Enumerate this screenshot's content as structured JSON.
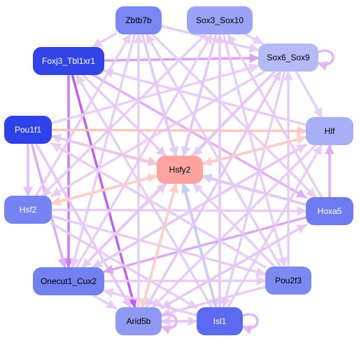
{
  "diagram": {
    "nodes": [
      {
        "id": "zbtb7b",
        "label": "Zbtb7b",
        "fill": "#7b86f2",
        "text_color": "#000000"
      },
      {
        "id": "sox3_sox10",
        "label": "Sox3_Sox10",
        "fill": "#9aa3f5",
        "text_color": "#000000"
      },
      {
        "id": "foxj3_tbl1xr1",
        "label": "Foxj3_Tbl1xr1",
        "fill": "#3044e8",
        "text_color": "#ffffff"
      },
      {
        "id": "sox6_sox9",
        "label": "Sox6_Sox9",
        "fill": "#b4baf6",
        "text_color": "#000000"
      },
      {
        "id": "pou1f1",
        "label": "Pou1f1",
        "fill": "#2f42ea",
        "text_color": "#ffffff"
      },
      {
        "id": "hlf",
        "label": "Hlf",
        "fill": "#a7aff6",
        "text_color": "#000000"
      },
      {
        "id": "hsfy2",
        "label": "Hsfy2",
        "fill": "#ffa3a0",
        "text_color": "#000000"
      },
      {
        "id": "hsf2",
        "label": "Hsf2",
        "fill": "#7783f2",
        "text_color": "#ffffff"
      },
      {
        "id": "hoxa5",
        "label": "Hoxa5",
        "fill": "#6f7cf1",
        "text_color": "#ffffff"
      },
      {
        "id": "onecut1_cux2",
        "label": "Onecut1_Cux2",
        "fill": "#7380f2",
        "text_color": "#000000"
      },
      {
        "id": "pou2f3",
        "label": "Pou2f3",
        "fill": "#7d89f2",
        "text_color": "#000000"
      },
      {
        "id": "arid5b",
        "label": "Arid5b",
        "fill": "#8f99f3",
        "text_color": "#000000"
      },
      {
        "id": "isl1",
        "label": "Isl1",
        "fill": "#5b6af0",
        "text_color": "#ffffff"
      }
    ],
    "edges": [
      {
        "from": "foxj3_tbl1xr1",
        "to": "arid5b",
        "color": "#b84ee8"
      },
      {
        "from": "foxj3_tbl1xr1",
        "to": "onecut1_cux2",
        "color": "#c070ee"
      },
      {
        "from": "foxj3_tbl1xr1",
        "to": "sox6_sox9",
        "color": "#d59af0"
      },
      {
        "from": "foxj3_tbl1xr1",
        "to": "hoxa5",
        "color": "#dcaaf2"
      },
      {
        "from": "foxj3_tbl1xr1",
        "to": "hsfy2",
        "color": "#e6c6f5"
      },
      {
        "from": "pou1f1",
        "to": "hlf",
        "color": "#ffc0b8"
      },
      {
        "from": "pou1f1",
        "to": "hsfy2",
        "color": "#ffbdb6"
      },
      {
        "from": "pou1f1",
        "to": "hsf2",
        "color": "#e2b8f3"
      },
      {
        "from": "pou1f1",
        "to": "onecut1_cux2",
        "color": "#d8a6f2"
      },
      {
        "from": "pou1f1",
        "to": "arid5b",
        "color": "#e4c0f4"
      },
      {
        "from": "pou1f1",
        "to": "sox6_sox9",
        "color": "#e8cbf6"
      },
      {
        "from": "zbtb7b",
        "to": "hsfy2",
        "color": "#c4cdf7"
      },
      {
        "from": "zbtb7b",
        "to": "isl1",
        "color": "#e8ccf6"
      },
      {
        "from": "zbtb7b",
        "to": "onecut1_cux2",
        "color": "#e6c8f5"
      },
      {
        "from": "zbtb7b",
        "to": "hoxa5",
        "color": "#e6c8f5"
      },
      {
        "from": "zbtb7b",
        "to": "foxj3_tbl1xr1",
        "color": "#e6c8f5"
      },
      {
        "from": "zbtb7b",
        "to": "sox6_sox9",
        "color": "#e6c8f5"
      },
      {
        "from": "sox3_sox10",
        "to": "hsfy2",
        "color": "#c9d0f7"
      },
      {
        "from": "sox3_sox10",
        "to": "isl1",
        "color": "#e8ccf6"
      },
      {
        "from": "sox3_sox10",
        "to": "arid5b",
        "color": "#e6c8f5"
      },
      {
        "from": "sox3_sox10",
        "to": "hsf2",
        "color": "#e6c8f5"
      },
      {
        "from": "sox3_sox10",
        "to": "pou2f3",
        "color": "#e6c8f5"
      },
      {
        "from": "sox3_sox10",
        "to": "sox6_sox9",
        "color": "#e6c8f5"
      },
      {
        "from": "sox6_sox9",
        "to": "hsfy2",
        "color": "#e6c8f5"
      },
      {
        "from": "sox6_sox9",
        "to": "onecut1_cux2",
        "color": "#e6c8f5"
      },
      {
        "from": "sox6_sox9",
        "to": "arid5b",
        "color": "#e6c8f5"
      },
      {
        "from": "sox6_sox9",
        "to": "hsf2",
        "color": "#e6c8f5"
      },
      {
        "from": "sox6_sox9",
        "to": "isl1",
        "color": "#e6c8f5"
      },
      {
        "from": "sox6_sox9",
        "to": "hlf",
        "color": "#e6c8f5"
      },
      {
        "from": "hlf",
        "to": "hsfy2",
        "color": "#ffcfc8"
      },
      {
        "from": "hlf",
        "to": "hsf2",
        "color": "#e6c8f5"
      },
      {
        "from": "hlf",
        "to": "arid5b",
        "color": "#e6c8f5"
      },
      {
        "from": "hlf",
        "to": "foxj3_tbl1xr1",
        "color": "#e6c8f5"
      },
      {
        "from": "hlf",
        "to": "onecut1_cux2",
        "color": "#e6c8f5"
      },
      {
        "from": "hoxa5",
        "to": "hsfy2",
        "color": "#c6cdf7"
      },
      {
        "from": "hoxa5",
        "to": "hlf",
        "color": "#d8a6f2"
      },
      {
        "from": "hoxa5",
        "to": "onecut1_cux2",
        "color": "#d6a2f2"
      },
      {
        "from": "hoxa5",
        "to": "pou1f1",
        "color": "#e6c8f5"
      },
      {
        "from": "hoxa5",
        "to": "arid5b",
        "color": "#e6c8f5"
      },
      {
        "from": "hoxa5",
        "to": "sox3_sox10",
        "color": "#e6c8f5"
      },
      {
        "from": "pou2f3",
        "to": "hsfy2",
        "color": "#e6c8f5"
      },
      {
        "from": "pou2f3",
        "to": "pou1f1",
        "color": "#e6c8f5"
      },
      {
        "from": "pou2f3",
        "to": "zbtb7b",
        "color": "#e6c8f5"
      },
      {
        "from": "pou2f3",
        "to": "arid5b",
        "color": "#e6c8f5"
      },
      {
        "from": "pou2f3",
        "to": "sox6_sox9",
        "color": "#e6c8f5"
      },
      {
        "from": "isl1",
        "to": "hsfy2",
        "color": "#c4cbf7"
      },
      {
        "from": "isl1",
        "to": "foxj3_tbl1xr1",
        "color": "#e6c8f5"
      },
      {
        "from": "isl1",
        "to": "hlf",
        "color": "#e6c8f5"
      },
      {
        "from": "isl1",
        "to": "onecut1_cux2",
        "color": "#e6c8f5"
      },
      {
        "from": "isl1",
        "to": "arid5b",
        "color": "#e6c8f5"
      },
      {
        "from": "isl1",
        "to": "sox3_sox10",
        "color": "#e6c8f5"
      },
      {
        "from": "arid5b",
        "to": "hsfy2",
        "color": "#ffcfc8"
      },
      {
        "from": "arid5b",
        "to": "isl1",
        "color": "#e6c8f5"
      },
      {
        "from": "arid5b",
        "to": "zbtb7b",
        "color": "#e6c8f5"
      },
      {
        "from": "arid5b",
        "to": "hoxa5",
        "color": "#e6c8f5"
      },
      {
        "from": "arid5b",
        "to": "sox6_sox9",
        "color": "#e6c8f5"
      },
      {
        "from": "onecut1_cux2",
        "to": "hsfy2",
        "color": "#e6c8f5"
      },
      {
        "from": "onecut1_cux2",
        "to": "arid5b",
        "color": "#e6c8f5"
      },
      {
        "from": "onecut1_cux2",
        "to": "pou2f3",
        "color": "#e6c8f5"
      },
      {
        "from": "onecut1_cux2",
        "to": "sox3_sox10",
        "color": "#e6c8f5"
      },
      {
        "from": "onecut1_cux2",
        "to": "hlf",
        "color": "#e6c8f5"
      },
      {
        "from": "hsf2",
        "to": "hsfy2",
        "color": "#ffcfc8"
      },
      {
        "from": "hsf2",
        "to": "hoxa5",
        "color": "#e6c8f5"
      },
      {
        "from": "hsf2",
        "to": "zbtb7b",
        "color": "#e6c8f5"
      },
      {
        "from": "hsf2",
        "to": "pou2f3",
        "color": "#e6c8f5"
      },
      {
        "from": "hsf2",
        "to": "isl1",
        "color": "#e6c8f5"
      },
      {
        "from": "hsfy2",
        "to": "arid5b",
        "color": "#ffcfc8"
      },
      {
        "from": "hsfy2",
        "to": "hlf",
        "color": "#ffcfc8"
      },
      {
        "from": "hsfy2",
        "to": "hsf2",
        "color": "#ffcfc8"
      }
    ],
    "self_loops": [
      "sox6_sox9",
      "isl1",
      "arid5b"
    ]
  }
}
